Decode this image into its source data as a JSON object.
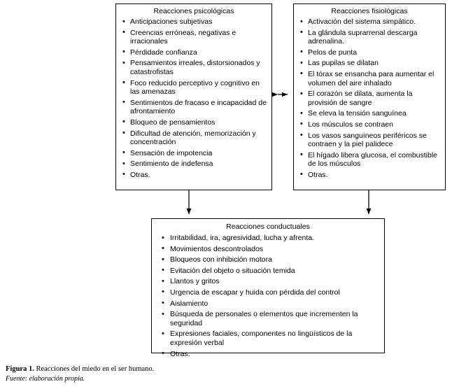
{
  "figure": {
    "caption_label": "Figura 1.",
    "caption_text": "Reacciones del miedo en el ser humano.",
    "source_text": "Fuente: elaboración propia."
  },
  "boxes": {
    "psicologicas": {
      "title": "Reacciones psicológicas",
      "items": [
        "Anticipaciones subjetivas",
        "Creencias erróneas, negativas e irracionales",
        "Pérdidade confianza",
        "Pensamientos irreales, distorsionados y catastrofistas",
        "Foco reducido perceptivo y cognitivo en las amenazas",
        "Sentimientos de fracaso e incapacidad de afrontamiento",
        "Bloqueo de pensamientos",
        "Dificultad de atención, memorización y concentración",
        "Sensación de impotencia",
        "Sentimiento de indefensa",
        "Otras."
      ]
    },
    "fisiologicas": {
      "title": "Reacciones fisiológicas",
      "items": [
        "Activación del sistema simpático.",
        "La glándula suprarrenal descarga adrenalina.",
        "Pelos de punta",
        "Las pupilas se dilatan",
        "El tórax se ensancha para aumentar el volumen del aire inhalado",
        "El corazón se dilata, aumenta la provisión de sangre",
        "Se eleva la tensión sanguínea",
        "Los músculos se contraen",
        "Los vasos sanguíneos periféricos se contraen y la piel palidece",
        "El hígado libera glucosa, el combustible de los músculos",
        "Otras."
      ]
    },
    "conductuales": {
      "title": "Reacciones conductuales",
      "items": [
        "Irritabilidad, ira, agresividad, lucha y afrenta.",
        "Movimientos descontrolados",
        "Bloqueos con inhibición motora",
        "Evitación del objeto o situación temida",
        "Llantos y gritos",
        "Urgencia de escapar y huida con pérdida del control",
        "Aislamiento",
        "Búsqueda de personales o elementos que incrementen la seguridad",
        "Expresiones faciales, componentes no lingüísticos de la expresión verbal",
        "Otras."
      ]
    }
  },
  "connectors": [
    {
      "name": "psicologicas-fisiologicas-bidirectional",
      "type": "double-arrow-horizontal"
    },
    {
      "name": "psicologicas-to-conductuales",
      "type": "arrow-down"
    },
    {
      "name": "fisiologicas-to-conductuales",
      "type": "arrow-down"
    }
  ],
  "colors": {
    "stroke": "#000000",
    "background": "#ffffff",
    "text": "#000000"
  }
}
